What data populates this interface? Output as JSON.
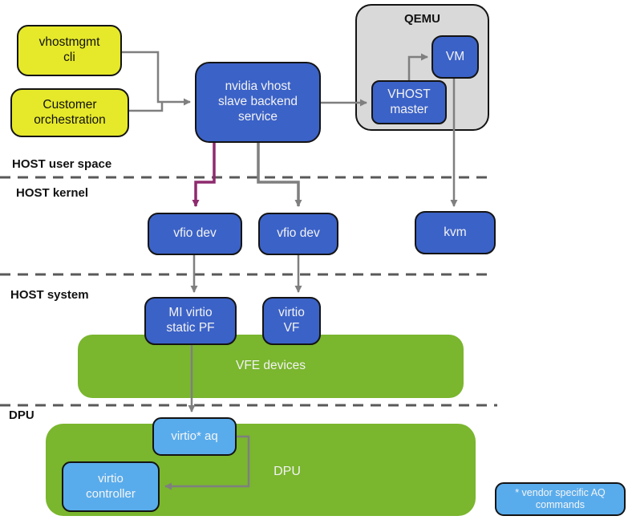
{
  "sections": {
    "host_user_space": "HOST user space",
    "host_kernel": "HOST kernel",
    "host_system": "HOST system",
    "dpu": "DPU"
  },
  "nodes": {
    "vhostmgmt_cli": "vhostmgmt\ncli",
    "customer_orchestration": "Customer\norchestration",
    "nvidia_service": "nvidia vhost\nslave backend\nservice",
    "qemu": "QEMU",
    "vm": "VM",
    "vhost_master": "VHOST\nmaster",
    "vfio_dev_1": "vfio dev",
    "vfio_dev_2": "vfio dev",
    "kvm": "kvm",
    "mi_virtio_static_pf": "MI virtio\nstatic PF",
    "virtio_vf": "virtio\nVF",
    "vfe_devices": "VFE devices",
    "dpu_label": "DPU",
    "virtio_aq": "virtio* aq",
    "virtio_controller": "virtio\ncontroller"
  },
  "note": {
    "vendor_aq": "* vendor specific AQ\ncommands"
  },
  "colors": {
    "node_blue": "#3B62C7",
    "node_yellow": "#E6E929",
    "node_lightblue": "#59ACEC",
    "container_gray": "#D9D9D9",
    "band_green": "#7AB62E",
    "arrow_gray": "#7F7F7F",
    "arrow_purple": "#8E2A6E",
    "divider_dash": "#595959"
  }
}
